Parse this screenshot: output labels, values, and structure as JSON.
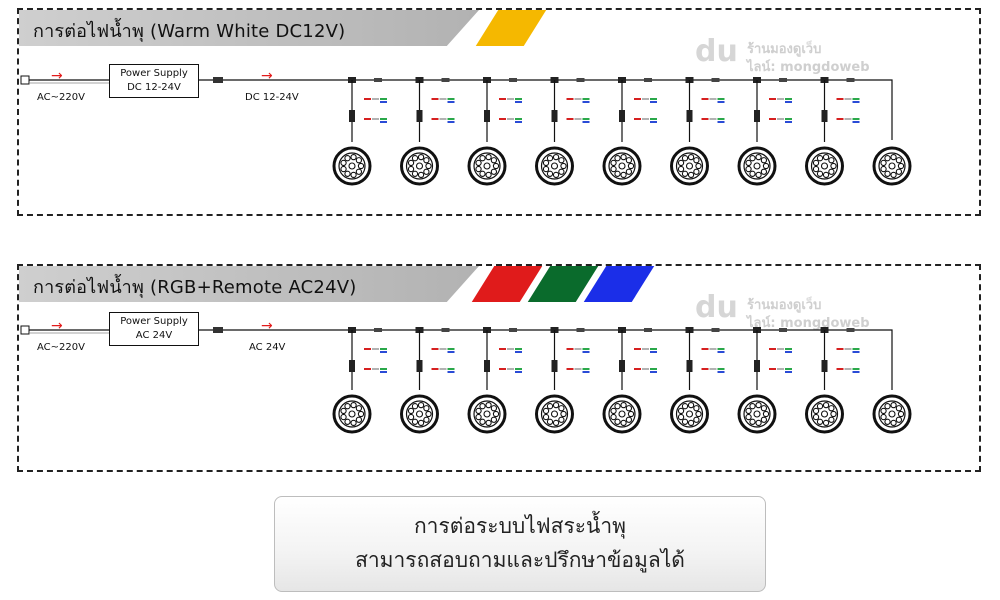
{
  "panels": [
    {
      "title": "การต่อไฟน้ำพุ (Warm White DC12V)",
      "swatch_colors": [
        "#f5b800"
      ],
      "psu_line1": "Power Supply",
      "psu_line2": "DC 12-24V",
      "input_label": "AC~220V",
      "output_label": "DC 12-24V",
      "fixture_count": 9,
      "watermark_line1": "ร้านมองดูเว็บ",
      "watermark_line2": "ไลน์: mongdoweb",
      "watermark_logo": "du"
    },
    {
      "title": "การต่อไฟน้ำพุ (RGB+Remote AC24V)",
      "swatch_colors": [
        "#e01b1b",
        "#0a6b2c",
        "#1b2ee8"
      ],
      "psu_line1": "Power Supply",
      "psu_line2": "AC  24V",
      "input_label": "AC~220V",
      "output_label": "AC  24V",
      "fixture_count": 9,
      "watermark_line1": "ร้านมองดูเว็บ",
      "watermark_line2": "ไลน์: mongdoweb",
      "watermark_logo": "du"
    }
  ],
  "info": {
    "line1": "การต่อระบบไฟสระน้ำพุ",
    "line2": "สามารถสอบถามและปรึกษาข้อมูลได้"
  },
  "colors": {
    "arrow": "#e31c1c",
    "wire": "#111111",
    "connector_red": "#d62020",
    "connector_green": "#2aa84a",
    "connector_blue": "#2a4bd6"
  }
}
